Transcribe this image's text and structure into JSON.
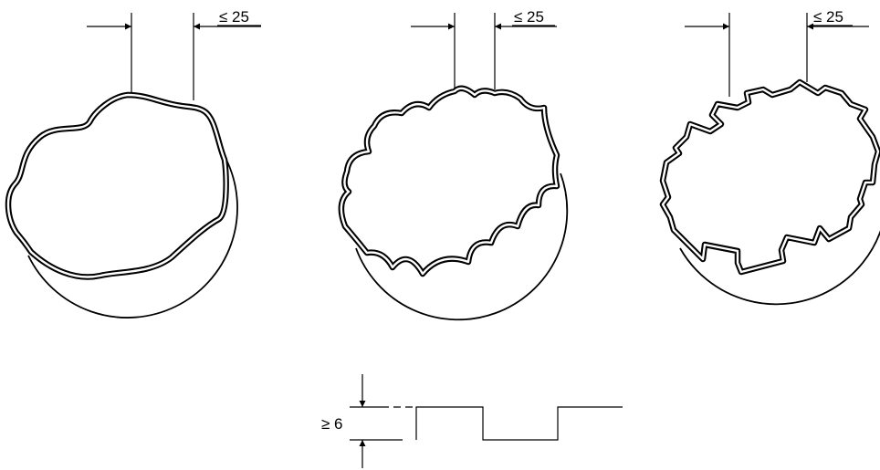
{
  "figure": {
    "panels": [
      {
        "name": "wavy-contour",
        "dimension_label": "≤ 25"
      },
      {
        "name": "scalloped-contour",
        "dimension_label": "≤ 25"
      },
      {
        "name": "stepped-contour",
        "dimension_label": "≤ 25"
      }
    ],
    "step_detail": {
      "dimension_label": "≥ 6"
    }
  }
}
